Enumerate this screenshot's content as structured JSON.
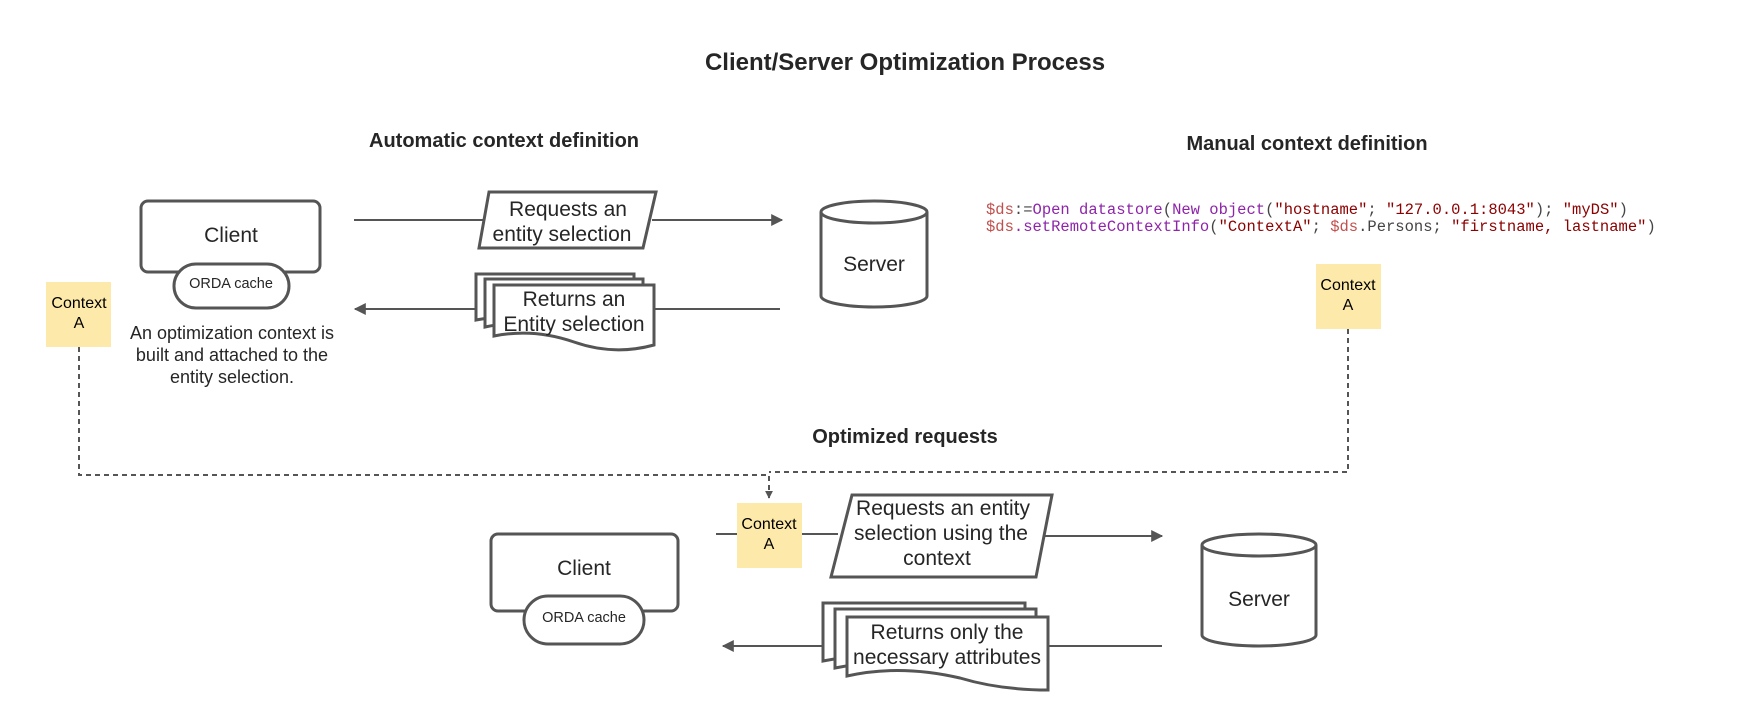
{
  "title": "Client/Server Optimization Process",
  "sections": {
    "automatic": "Automatic context definition",
    "manual": "Manual context definition",
    "optimized": "Optimized requests"
  },
  "client_label": "Client",
  "orda_cache_label": "ORDA cache",
  "server_label": "Server",
  "sticky": {
    "line1": "Context",
    "line2": "A"
  },
  "auto_flow": {
    "request": [
      "Requests an",
      "entity selection"
    ],
    "response": [
      "Returns an",
      "Entity selection"
    ],
    "caption": [
      "An optimization context is",
      "built and attached to the",
      "entity selection."
    ]
  },
  "optimized_flow": {
    "request": [
      "Requests an entity",
      "selection using the",
      "context"
    ],
    "response": [
      "Returns only the",
      "necessary attributes"
    ]
  },
  "code": {
    "line1": [
      {
        "text": "$ds",
        "kind": "var"
      },
      {
        "text": ":=",
        "kind": "plain"
      },
      {
        "text": "Open datastore",
        "kind": "cmd"
      },
      {
        "text": "(",
        "kind": "plain"
      },
      {
        "text": "New object",
        "kind": "cmd"
      },
      {
        "text": "(",
        "kind": "plain"
      },
      {
        "text": "\"hostname\"",
        "kind": "str"
      },
      {
        "text": "; ",
        "kind": "plain"
      },
      {
        "text": "\"127.0.0.1:8043\"",
        "kind": "str"
      },
      {
        "text": "); ",
        "kind": "plain"
      },
      {
        "text": "\"myDS\"",
        "kind": "str"
      },
      {
        "text": ")",
        "kind": "plain"
      }
    ],
    "line2": [
      {
        "text": "$ds",
        "kind": "var"
      },
      {
        "text": ".setRemoteContextInfo",
        "kind": "cmd"
      },
      {
        "text": "(",
        "kind": "plain"
      },
      {
        "text": "\"ContextA\"",
        "kind": "str"
      },
      {
        "text": "; ",
        "kind": "plain"
      },
      {
        "text": "$ds",
        "kind": "var"
      },
      {
        "text": ".Persons; ",
        "kind": "plain"
      },
      {
        "text": "\"firstname, lastname\"",
        "kind": "str"
      },
      {
        "text": ")",
        "kind": "plain"
      }
    ]
  },
  "colors": {
    "stroke": "#555555",
    "text": "#262626",
    "sticky": "#fde9a9",
    "code_var": "#c0504d",
    "code_cmd": "#8e24aa",
    "code_str": "#8b0000",
    "code_plain": "#444444"
  }
}
